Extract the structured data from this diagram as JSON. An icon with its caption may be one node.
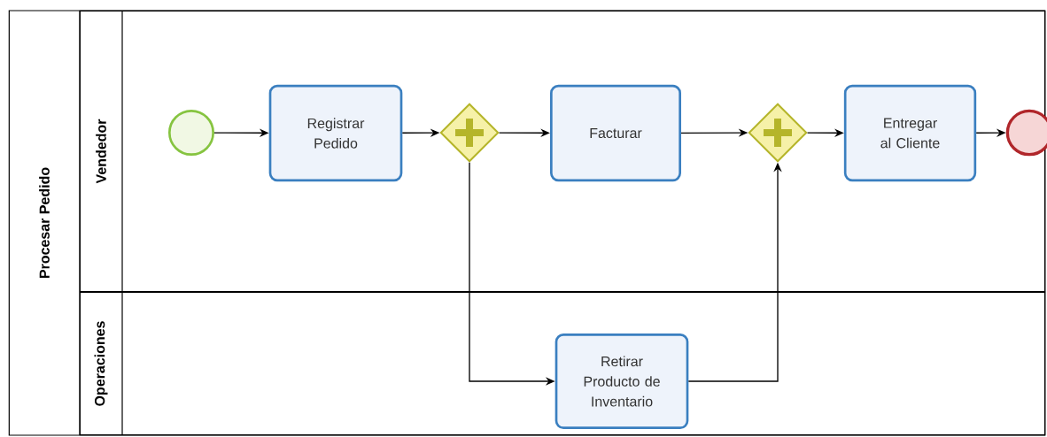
{
  "diagram": {
    "nodes": [
      {
        "text": [
          "Procesar Pedido"
        ]
      },
      {
        "text": [
          "Vendedor"
        ],
        "in": 0
      },
      {
        "text": [
          "Operaciones"
        ],
        "in": 0
      },
      {
        "text": [],
        "shape": "circle",
        "in": 1
      },
      {
        "text": [
          "Registrar Pedido"
        ],
        "in": 1
      },
      {
        "text": [],
        "shape": "diamond",
        "in": 1
      },
      {
        "text": [
          "Facturar"
        ],
        "in": 1
      },
      {
        "text": [],
        "shape": "diamond",
        "in": 1
      },
      {
        "text": [
          "Entregar al Cliente"
        ],
        "in": 1
      },
      {
        "text": [],
        "shape": "circle",
        "in": 1
      },
      {
        "text": [
          "Retirar Producto de Inventario"
        ],
        "in": 2
      }
    ],
    "edges": [
      {
        "from": 3,
        "to": 4,
        "arrow": "to"
      },
      {
        "from": 4,
        "to": 5,
        "arrow": "to"
      },
      {
        "from": 5,
        "to": 6,
        "arrow": "to"
      },
      {
        "from": 6,
        "to": 7,
        "arrow": "to"
      },
      {
        "from": 7,
        "to": 8,
        "arrow": "to"
      },
      {
        "from": 8,
        "to": 9,
        "arrow": "to"
      },
      {
        "from": 5,
        "to": 10,
        "arrow": "to"
      },
      {
        "from": 10,
        "to": 7,
        "arrow": "to"
      }
    ]
  }
}
